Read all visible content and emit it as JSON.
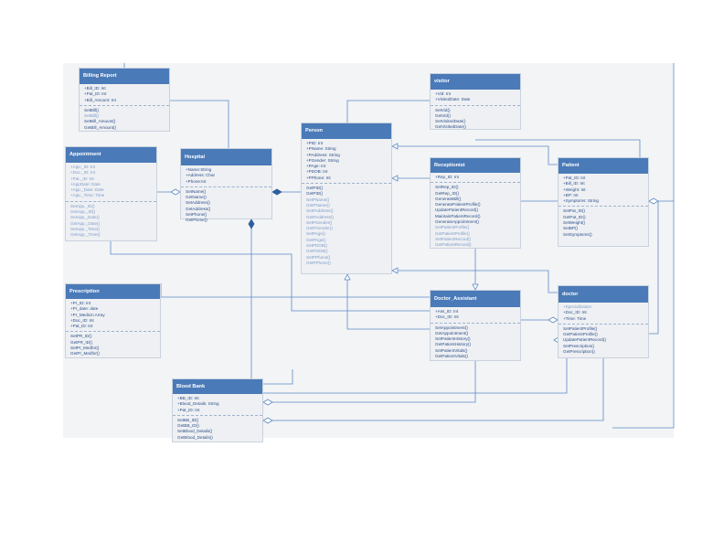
{
  "diagram": {
    "classes": [
      {
        "id": "billing",
        "name": "Billing Report",
        "attributes": [
          "+Bill_ID: Int",
          "+Pat_ID: Int",
          "+Bill_Amount: Int"
        ],
        "methods": [
          "SetBill()",
          "SetBill()",
          "SetBill_Amount()",
          "GetBill_Amount()"
        ]
      },
      {
        "id": "visitor",
        "name": "visitor",
        "attributes": [
          "+Vid: Int",
          "+VisitedDate: Date"
        ],
        "methods": [
          "SetVid()",
          "GetVid()",
          "SetVisitedDate()",
          "GetVisitedDate()"
        ]
      },
      {
        "id": "person",
        "name": "Person",
        "attributes": [
          "+PID: Int",
          "+PName: String",
          "+PAddress: String",
          "+PGender: String",
          "+PAge: Int",
          "+PDOB: Int",
          "+PPhone: Int"
        ],
        "methods": [
          "GetPID()",
          "GetPID()",
          "SetPName()",
          "GetPName()",
          "SetPAddress()",
          "GetPAddress()",
          "SetPGender()",
          "GetPGender()",
          "SetPAge()",
          "GetPAge()",
          "SetPDOB()",
          "GetPDOB()",
          "SetPPhone()",
          "GetPPhone()"
        ]
      },
      {
        "id": "appointment",
        "name": "Appointment",
        "attributes": [
          "+App._ID: Int",
          "+Doc._ID: Int",
          "+Pat._ID: Int",
          "+AppDate: Date",
          "+App._Date: Date",
          "+App._Time: Time"
        ],
        "methods": [
          "SetApp._ID()",
          "GetApp._ID()",
          "SetApp._Date()",
          "GetApp._Date()",
          "SetApp._Time()",
          "GetApp._Time()"
        ]
      },
      {
        "id": "hospital",
        "name": "Hospital",
        "attributes": [
          "+Name:String",
          "+Address: Char",
          "+Phone:Int"
        ],
        "methods": [
          "SetName()",
          "GetName()",
          "SetAddress()",
          "GetAddress()",
          "SetPhone()",
          "GetPhone()"
        ]
      },
      {
        "id": "receptionist",
        "name": "Receptionist",
        "attributes": [
          "+Rep_ID: Int"
        ],
        "methods": [
          "SetRep_ID()",
          "GetRep_ID()",
          "GenerateBill()",
          "GeneratePatientProfile()",
          "UpdatePatientRecord()",
          "MaintainPatientRecord()",
          "GenerateAppointment()",
          "SetPatientProfile()",
          "GetPatientProfile()",
          "SetPatientRecord()",
          "GetPatientRecord()"
        ]
      },
      {
        "id": "patient",
        "name": "Patient",
        "attributes": [
          "+Pat_ID: Int",
          "+Bill_ID: Int",
          "+Weight: Int",
          "+BP: Int",
          "+Symptoms: String"
        ],
        "methods": [
          "SetPat_ID()",
          "GetPat_ID()",
          "SetWeight()",
          "SetBP()",
          "SetSymptoms()"
        ]
      },
      {
        "id": "prescription",
        "name": "Prescription",
        "attributes": [
          "+Pr_ID: Int",
          "+Pr_date: date",
          "+Pr_Medicin Array",
          "+Doc_ID: Int",
          "+Pat_ID: Int"
        ],
        "methods": [
          "SetPR_ID()",
          "GetPR_ID()",
          "SetPr_Medfor()",
          "GetPr_Medfor()"
        ]
      },
      {
        "id": "doctor_assistant",
        "name": "Doctor_Assistant",
        "attributes": [
          "+Ass_ID: Int",
          "+Doc_ID: Int"
        ],
        "methods": [
          "SetAppointment()",
          "GetAppointment()",
          "SetPatientHistory()",
          "GetPatientHistory()",
          "SetPatientVitals()",
          "GetPatientVitals()"
        ]
      },
      {
        "id": "doctor",
        "name": "doctor",
        "attributes": [
          "+Specialization",
          "+Doc_ID: Int",
          "+Time: Time"
        ],
        "methods": [
          "SetPatientProfile()",
          "GetPatientProfile()",
          "UpdatePatientRecord()",
          "SetPrescription()",
          "GetPrescription()"
        ]
      },
      {
        "id": "bloodbank",
        "name": "Blood Bank",
        "attributes": [
          "+BB_ID: Int",
          "+Blood_Details: String",
          "+Pat_ID: Int"
        ],
        "methods": [
          "SetBB_ID()",
          "GetBB_ID()",
          "SetBlood_Details()",
          "GetBlood_Details()"
        ]
      }
    ]
  }
}
